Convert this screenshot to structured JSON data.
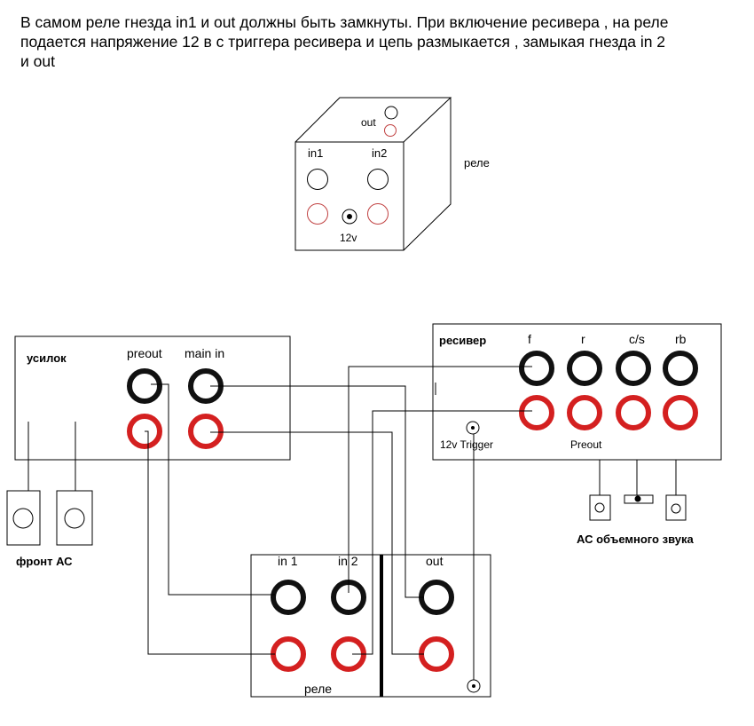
{
  "description_lines": [
    "В самом реле гнезда in1 и out должны быть замкнуты. При включение ресивера , на реле",
    "подается напряжение 12 в с триггера ресивера и цепь размыкается , замыкая гнезда in 2",
    "и out"
  ],
  "top_relay": {
    "side_label": "реле",
    "out_label": "out",
    "in1_label": "in1",
    "in2_label": "in2",
    "v12_label": "12v"
  },
  "amp": {
    "title": "усилок",
    "preout_label": "preout",
    "main_in_label": "main in"
  },
  "front_speakers_label": "фронт АС",
  "receiver": {
    "title": "ресивер",
    "channels": [
      "f",
      "r",
      "c/s",
      "rb"
    ],
    "trigger_label": "12v Trigger",
    "preout_label": "Preout"
  },
  "surround_speakers_label": "АС объемного звука",
  "bottom_relay": {
    "in1_label": "in 1",
    "in2_label": "in 2",
    "out_label": "out",
    "title": "реле"
  },
  "colors": {
    "black_jack": "#111111",
    "red_jack": "#d42020",
    "thin_red": "#b03030"
  }
}
